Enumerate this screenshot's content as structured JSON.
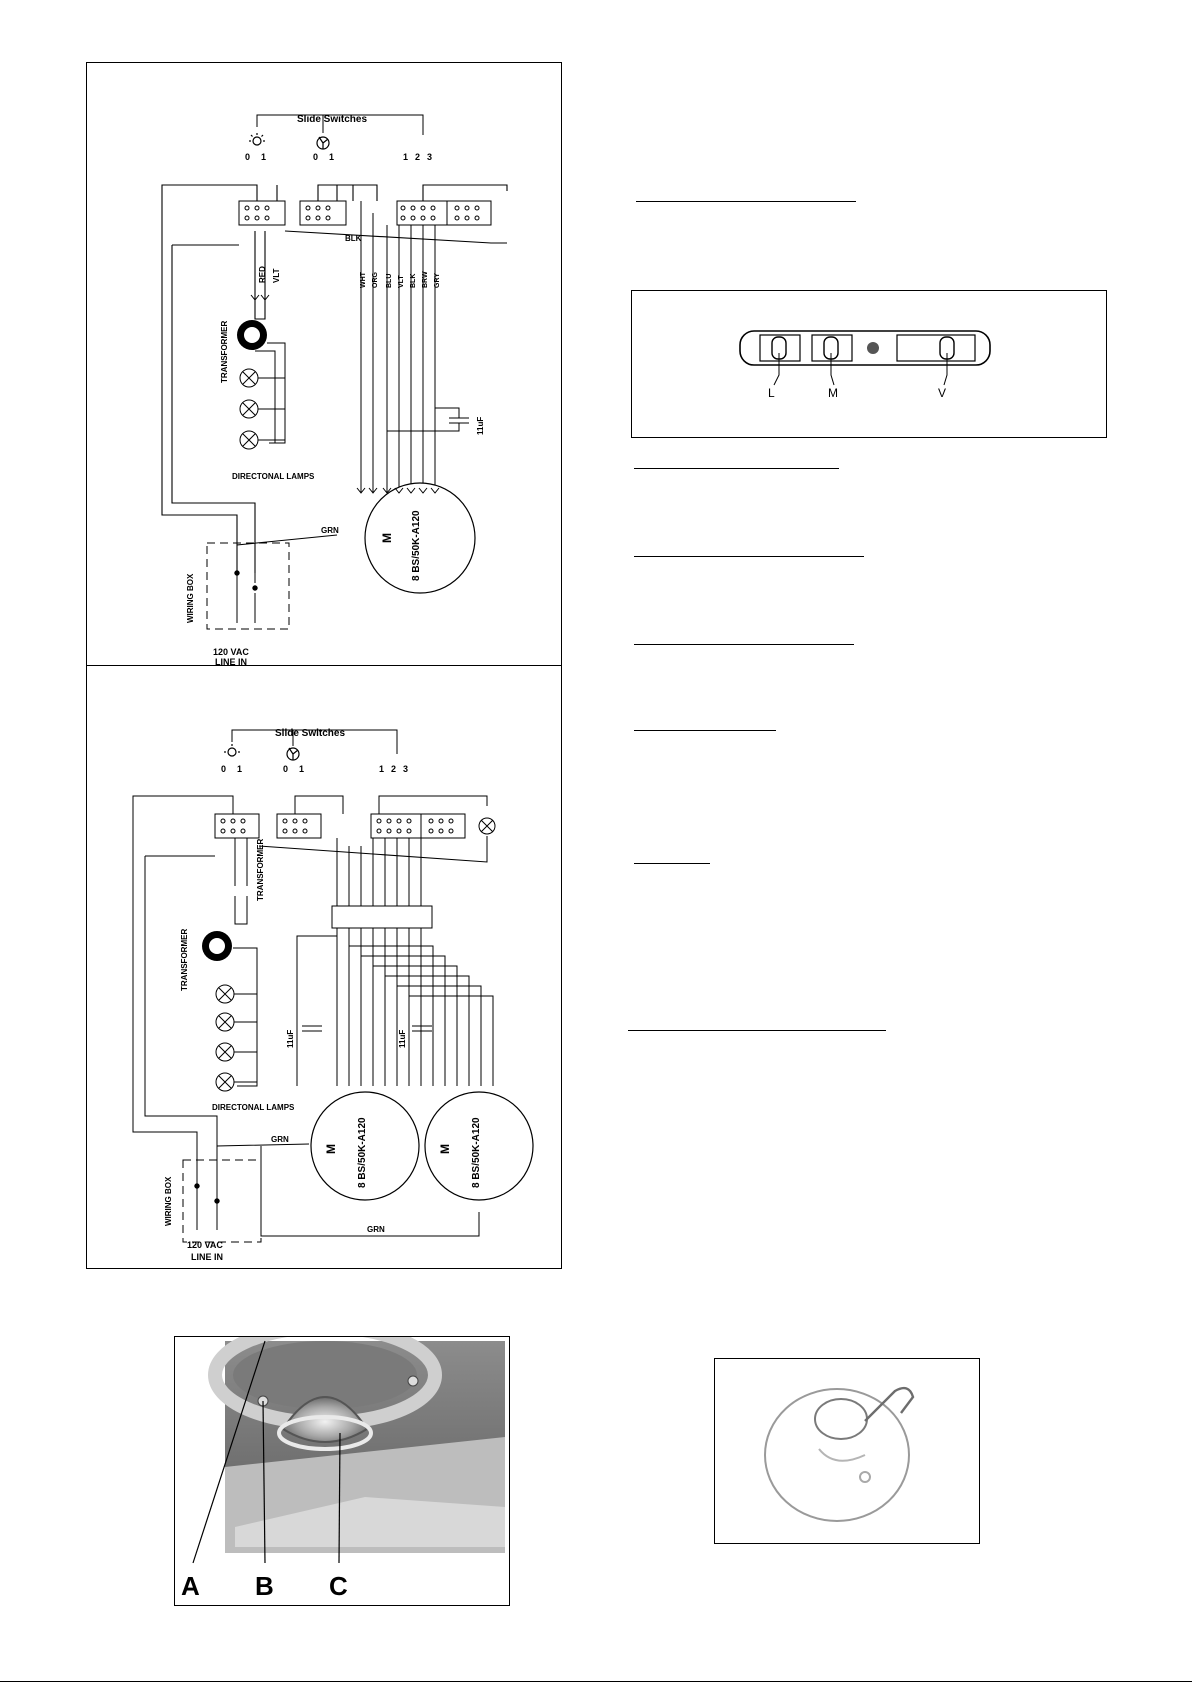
{
  "diagram1": {
    "slide_switches_label": "Slide Switches",
    "light_switch_positions": [
      "0",
      "1"
    ],
    "fan_switch_positions": [
      "0",
      "1"
    ],
    "speed_switch_positions": [
      "1",
      "2",
      "3"
    ],
    "wire_labels": {
      "blk": "BLK",
      "red": "RED",
      "vlt": "VLT",
      "wht": "WHT",
      "org": "ORG",
      "blu": "BLU",
      "brw": "BRW",
      "gry": "GRY",
      "grn": "GRN"
    },
    "transformer_label": "TRANSFORMER",
    "lamps_label": "DIRECTONAL LAMPS",
    "capacitor_label": "11uF",
    "motor_symbol": "M",
    "motor_label": "8 BS/50K-A120",
    "wiring_box_label": "WIRING BOX",
    "line_in_voltage": "120 VAC",
    "line_in_label": "LINE IN"
  },
  "diagram2": {
    "slide_switches_label": "Slide Switches",
    "light_switch_positions": [
      "0",
      "1"
    ],
    "fan_switch_positions": [
      "0",
      "1"
    ],
    "speed_switch_positions": [
      "1",
      "2",
      "3"
    ],
    "transformer_label": "TRANSFORMER",
    "lamps_label": "DIRECTONAL LAMPS",
    "capacitor_label": "11uF",
    "motor_symbol": "M",
    "motor_label": "8 BS/50K-A120",
    "wiring_box_label": "WIRING BOX",
    "line_in_voltage": "120 VAC",
    "line_in_label": "LINE IN"
  },
  "controls": {
    "labels": [
      "L",
      "M",
      "V"
    ]
  },
  "lamp_photo": {
    "labels": [
      "A",
      "B",
      "C"
    ]
  }
}
